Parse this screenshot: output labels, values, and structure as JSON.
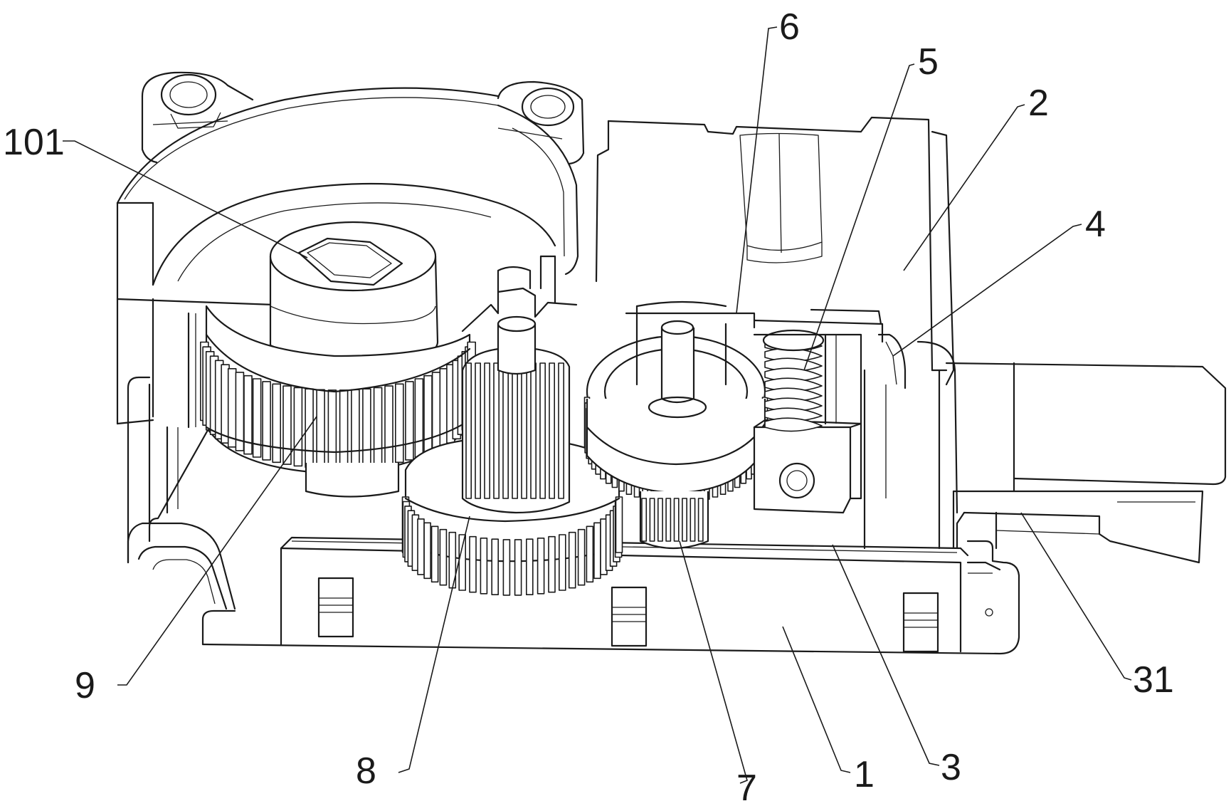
{
  "labels": {
    "l101": "101",
    "l6": "6",
    "l5": "5",
    "l2": "2",
    "l4": "4",
    "l9": "9",
    "l31": "31",
    "l8": "8",
    "l7": "7",
    "l1": "1",
    "l3": "3"
  }
}
